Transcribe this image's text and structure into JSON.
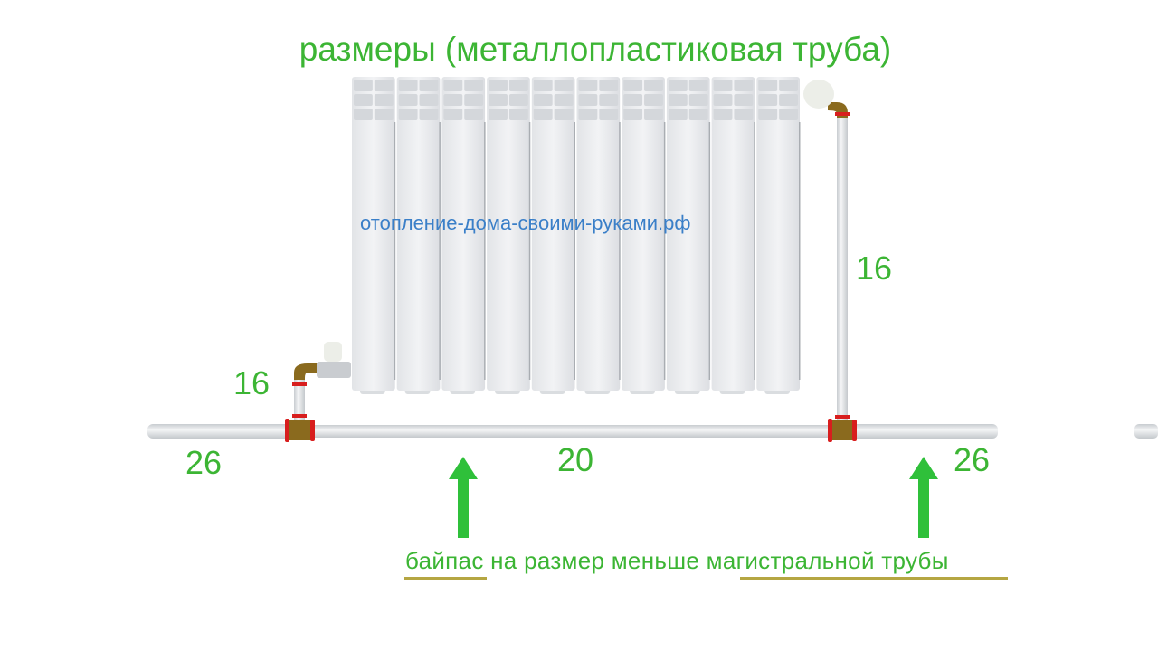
{
  "title": "размеры (металлопластиковая труба)",
  "watermark": "отопление-дома-своими-руками.рф",
  "radiator": {
    "sections": 10
  },
  "labels": {
    "left_riser": "16",
    "right_riser": "16",
    "main_left": "26",
    "bypass": "20",
    "main_right": "26"
  },
  "note": {
    "part1": "байпас",
    "part2": " на размер меньше ",
    "part3": "магистральной трубы"
  },
  "colors": {
    "label": "#3cb534",
    "watermark": "#3a7fc8",
    "underline": "#b5a642",
    "fitting": "#8a6a1e",
    "seal": "#d81e1e"
  }
}
